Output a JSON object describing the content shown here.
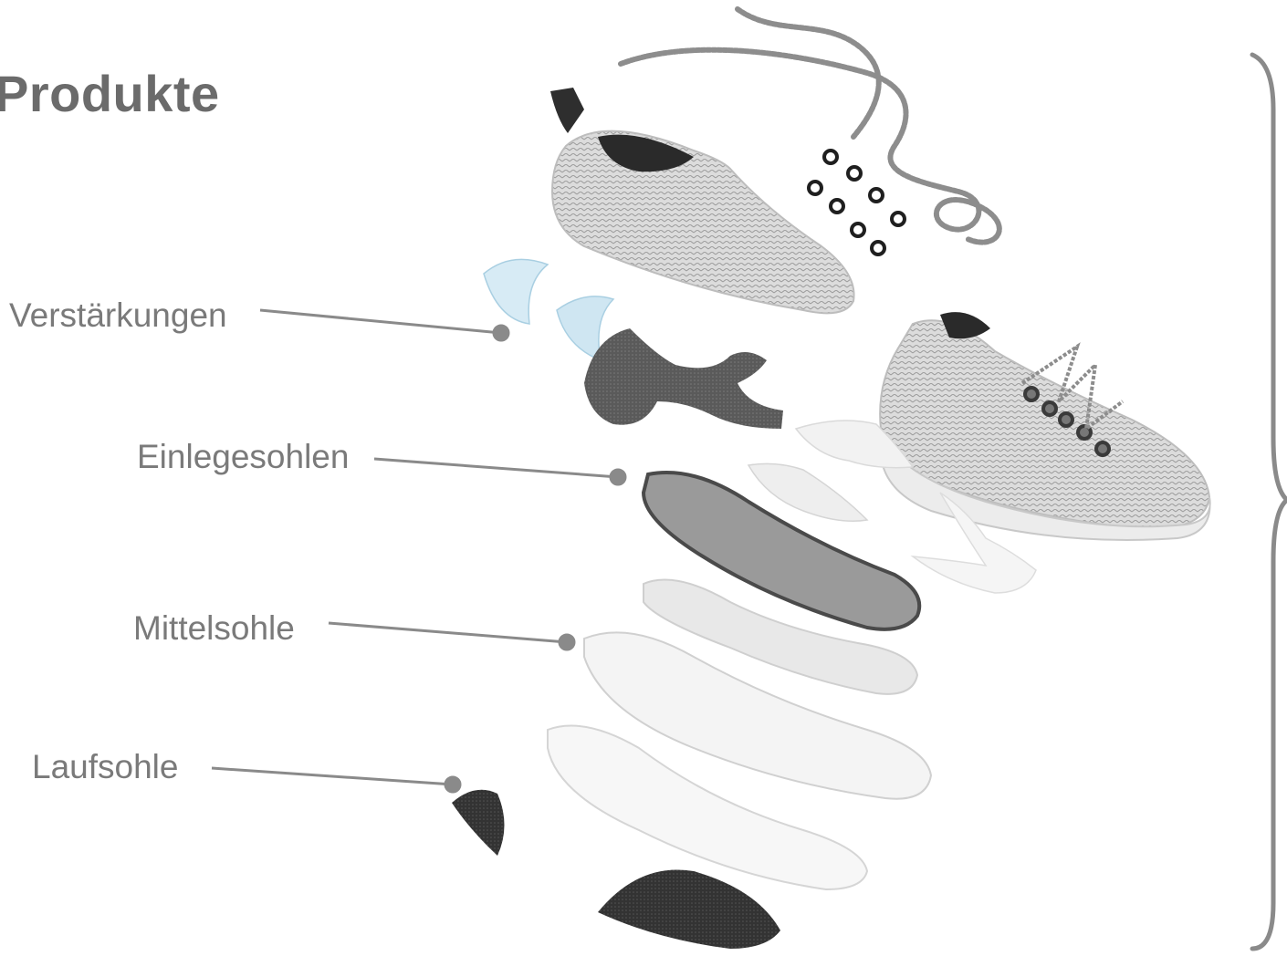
{
  "title": "Produkte",
  "labels": {
    "reinforcements": "Verstärkungen",
    "insoles": "Einlegesohlen",
    "midsole": "Mittelsohle",
    "outsole": "Laufsohle"
  },
  "colors": {
    "title": "#6b6b6b",
    "label_text": "#7a7a7a",
    "leader_line": "#8a8a8a",
    "brace": "#8a8a8a",
    "knit": "#d9d9d9",
    "felt": "#5c5c5c",
    "reinforcement": "#cfe6f2",
    "outsole": "#3a3a3a"
  },
  "icons": [
    "shoelace",
    "eyelets",
    "knit-upper-shoe",
    "assembled-sneaker",
    "insole",
    "midsole",
    "outsole-pad",
    "curly-brace"
  ]
}
